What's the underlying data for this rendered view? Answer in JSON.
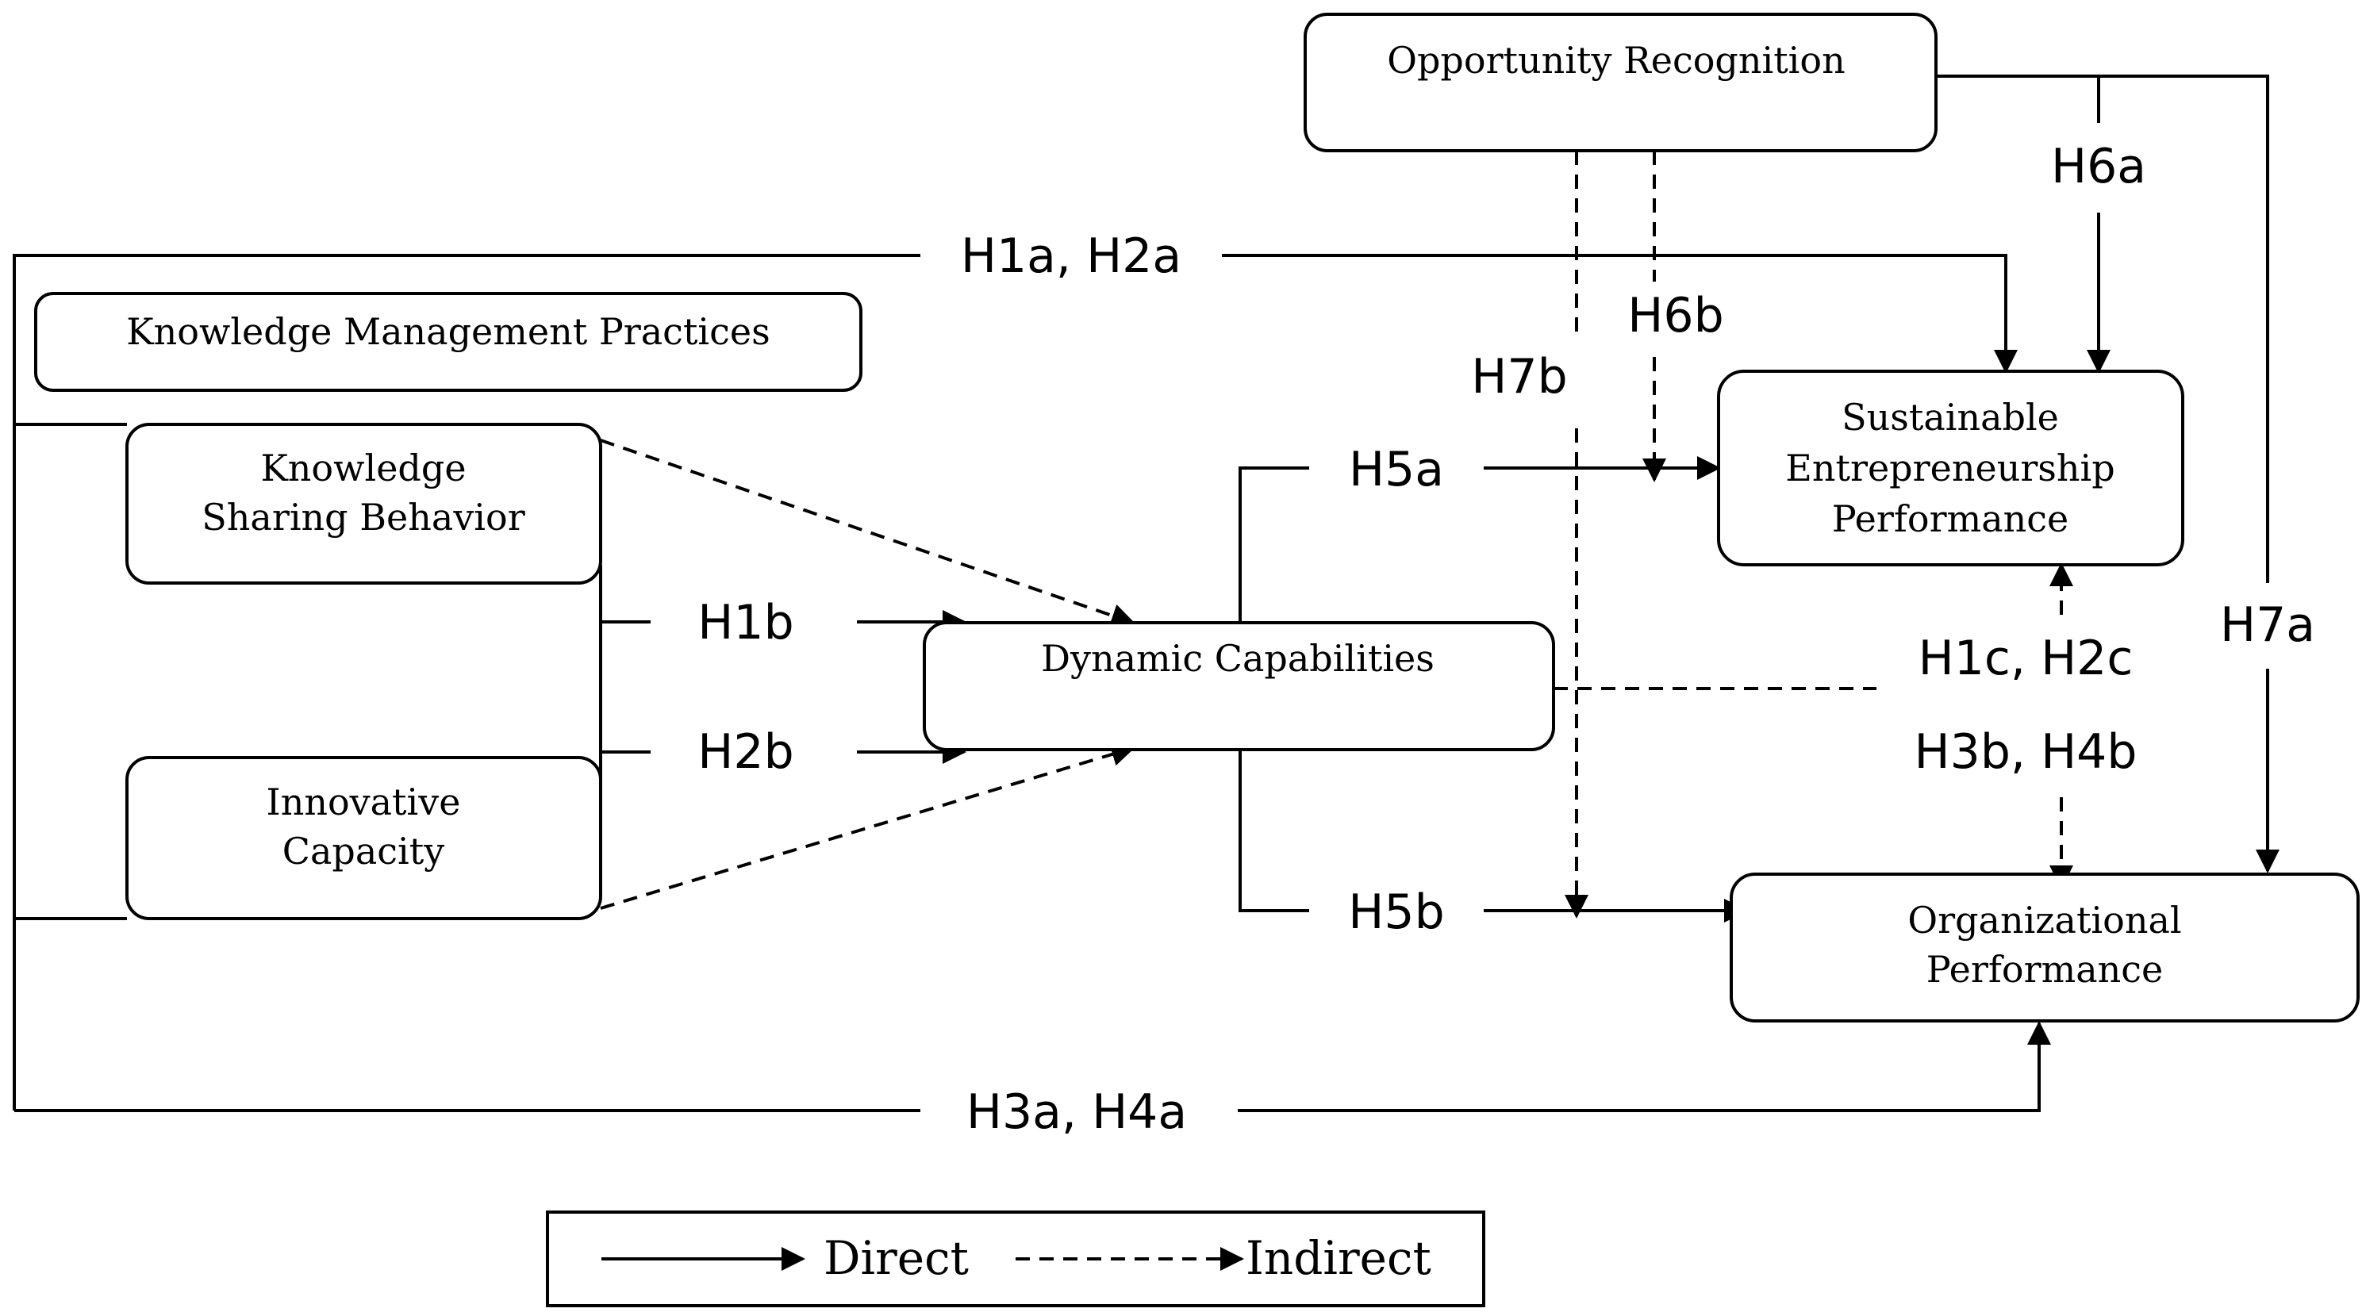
{
  "constructs": {
    "opportunity_recognition": "Opportunity Recognition",
    "km_practices": "Knowledge Management Practices",
    "knowledge_sharing": [
      "Knowledge",
      "Sharing Behavior"
    ],
    "innovative_capacity": [
      "Innovative",
      "Capacity"
    ],
    "dynamic_capabilities": "Dynamic Capabilities",
    "sustainable_ep": [
      "Sustainable",
      "Entrepreneurship",
      "Performance"
    ],
    "organizational_performance": [
      "Organizational",
      "Performance"
    ]
  },
  "hypotheses": {
    "h1a_h2a": "H1a, H2a",
    "h1b": "H1b",
    "h2b": "H2b",
    "h1c_h2c": "H1c, H2c",
    "h3a_h4a": "H3a, H4a",
    "h3b_h4b": "H3b, H4b",
    "h5a": "H5a",
    "h5b": "H5b",
    "h6a": "H6a",
    "h6b": "H6b",
    "h7a": "H7a",
    "h7b": "H7b"
  },
  "legend": {
    "direct": "Direct",
    "indirect": "Indirect"
  }
}
